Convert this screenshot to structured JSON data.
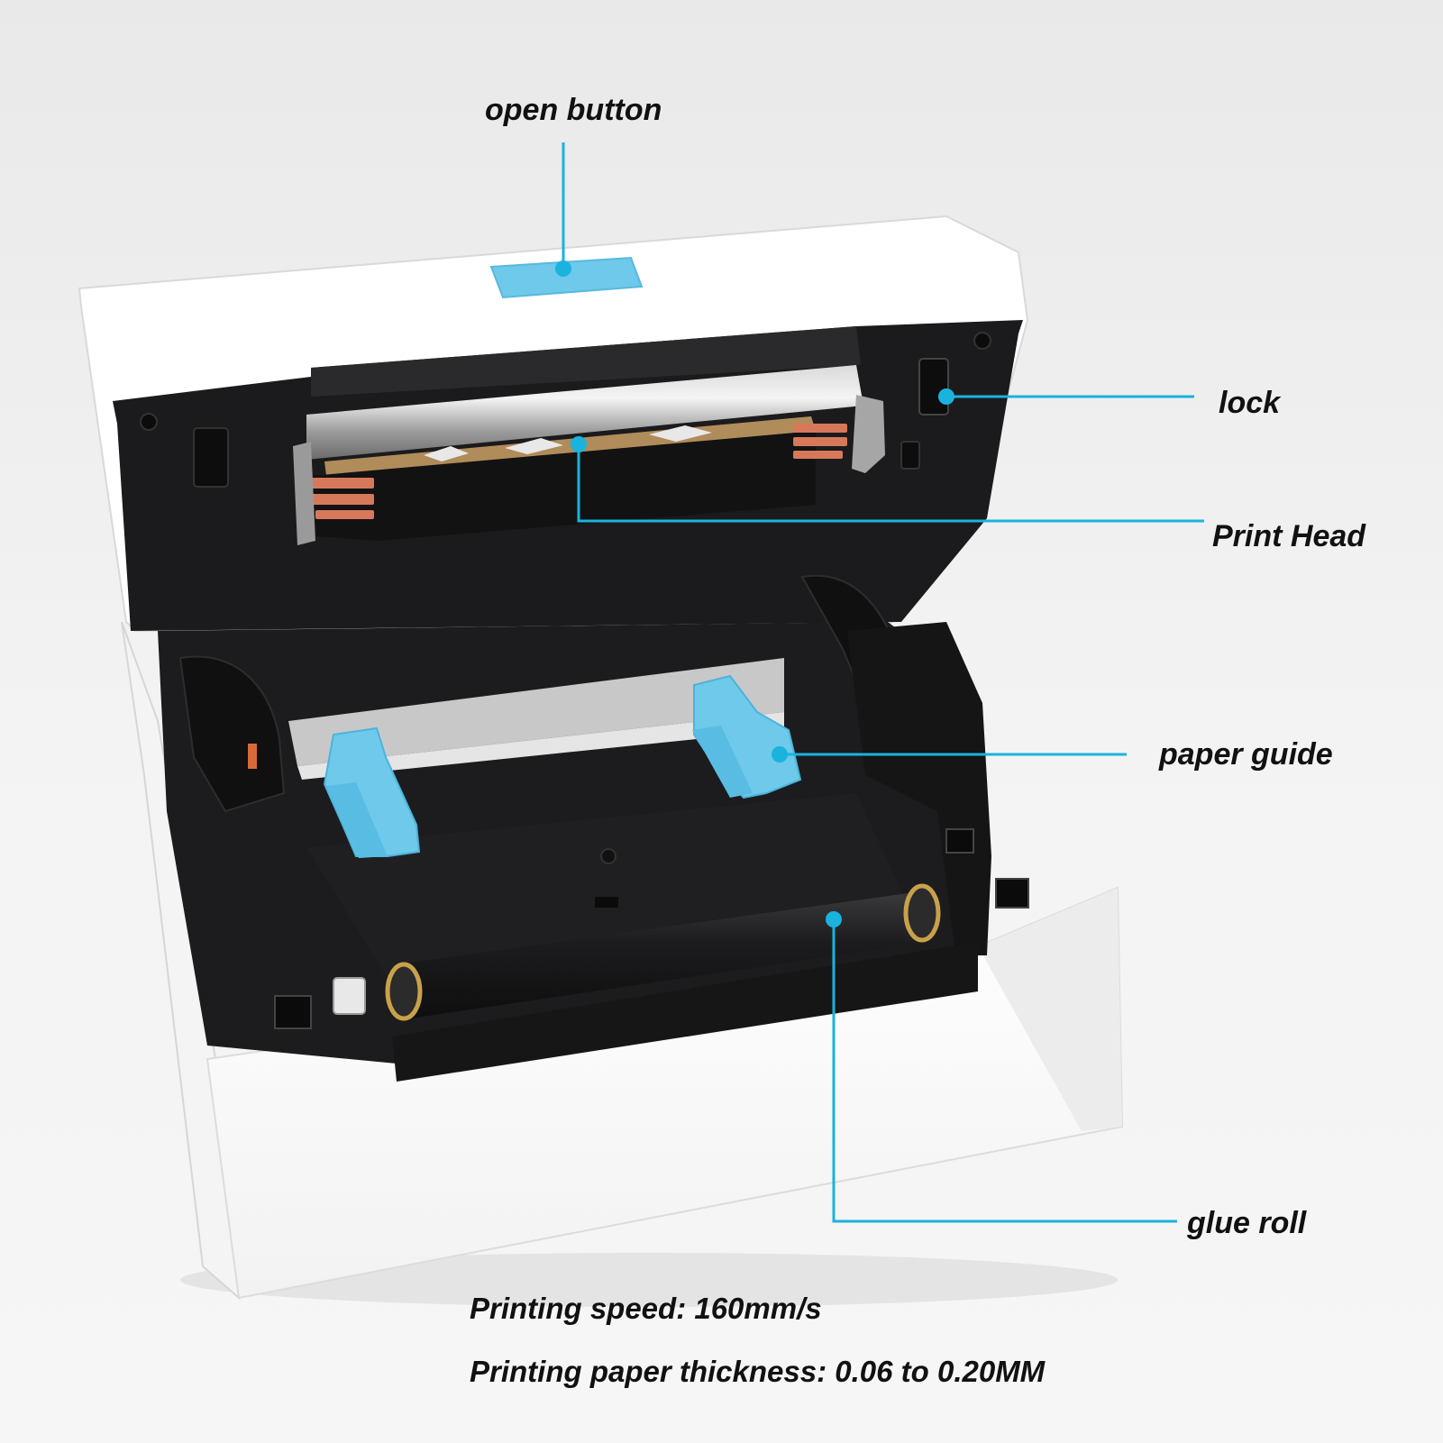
{
  "colors": {
    "background": "#efefef",
    "leader_line": "#1ab3de",
    "accent_part": "#6ec9ea",
    "printer_body": "#ffffff",
    "printer_interior": "#1b1b1d"
  },
  "callouts": {
    "open_button": "open button",
    "lock": "lock",
    "print_head": "Print Head",
    "paper_guide": "paper guide",
    "glue_roll": "glue roll"
  },
  "specs": {
    "printing_speed": "Printing speed: 160mm/s",
    "paper_thickness": "Printing paper thickness: 0.06 to 0.20MM"
  }
}
